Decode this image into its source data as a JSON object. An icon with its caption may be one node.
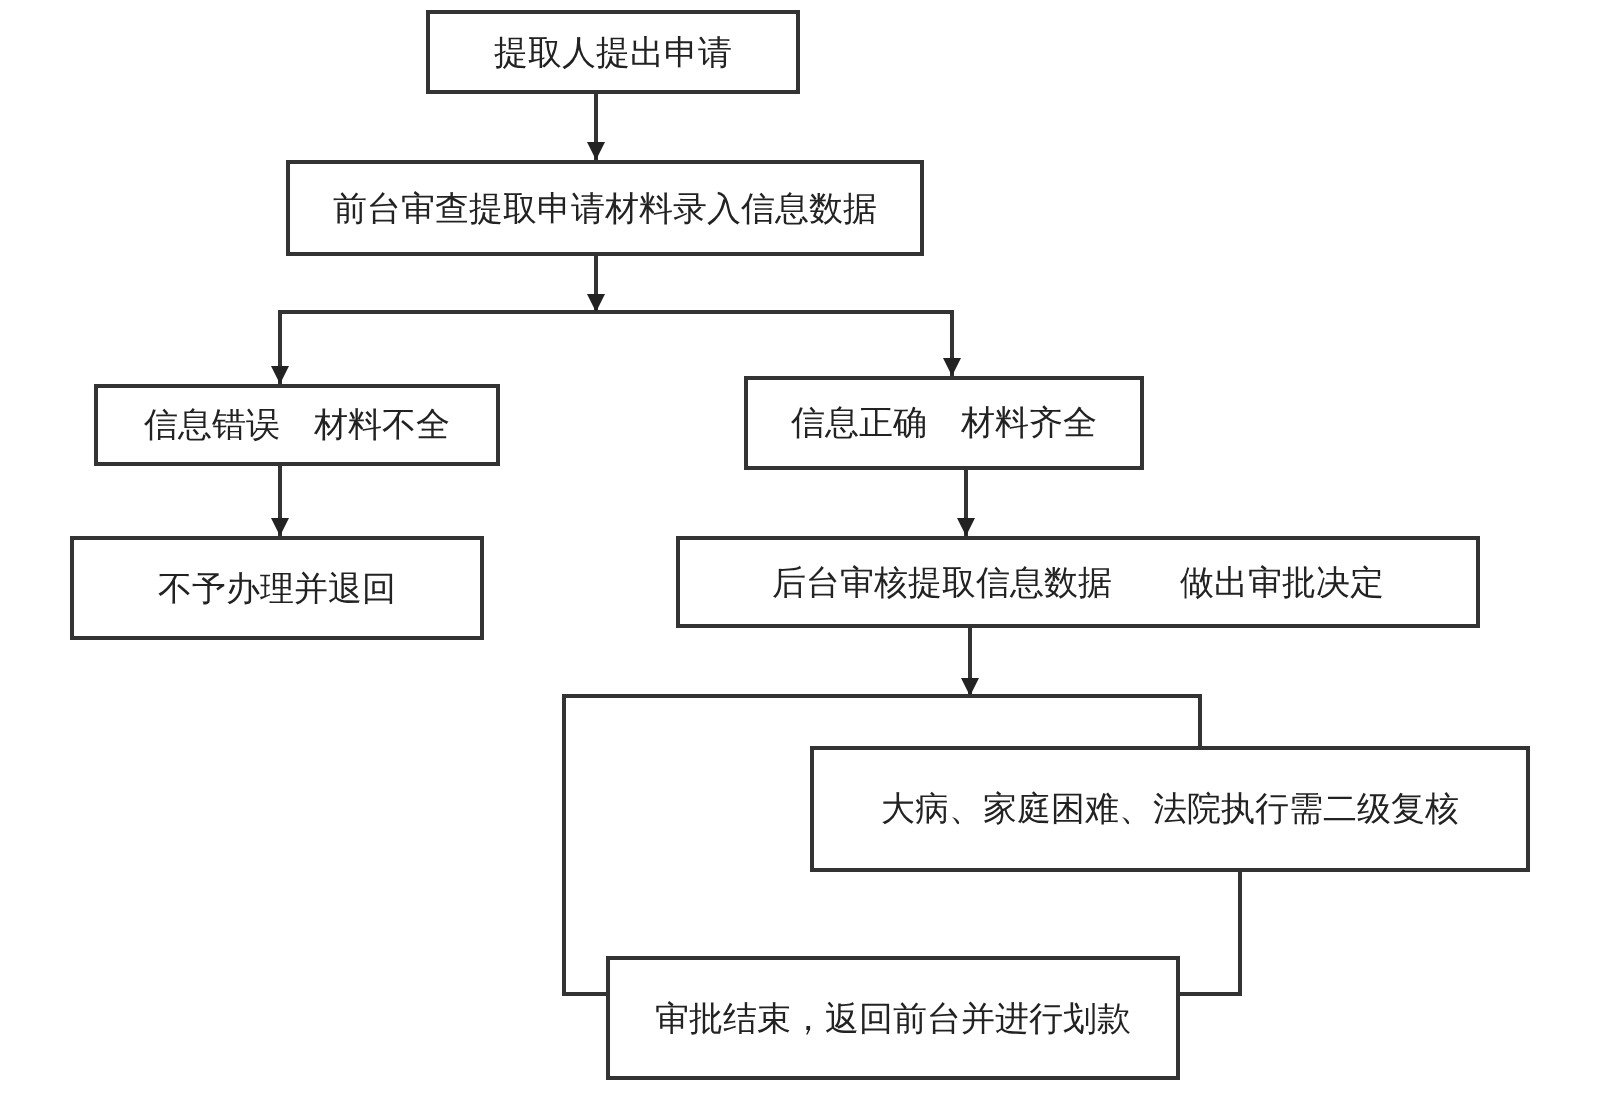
{
  "diagram": {
    "nodes": [
      {
        "text": [
          "提取人提出申请"
        ]
      },
      {
        "text": [
          "前台审查提取申请材料录入信息数据"
        ]
      },
      {
        "text": [
          "信息错误　材料不全"
        ]
      },
      {
        "text": [
          "信息正确　材料齐全"
        ]
      },
      {
        "text": [
          "不予办理并退回"
        ]
      },
      {
        "text": [
          "后台审核提取信息数据　　做出审批决定"
        ]
      },
      {
        "text": [],
        "shape": "box"
      },
      {
        "text": [
          "大病、家庭困难、法院执行需二级复核"
        ]
      },
      {
        "text": [
          "审批结束，返回前台并进行划款"
        ]
      }
    ],
    "edges": [
      {
        "from": 0,
        "to": 1,
        "arrow": "to"
      },
      {
        "from": 1,
        "to": 2,
        "arrow": "to"
      },
      {
        "from": 1,
        "to": 3,
        "arrow": "to"
      },
      {
        "from": 2,
        "to": 4,
        "arrow": "to"
      },
      {
        "from": 3,
        "to": 5,
        "arrow": "to"
      },
      {
        "from": 5,
        "to": 6,
        "arrow": "to"
      },
      {
        "from": 7,
        "to": 8,
        "arrow": "none"
      }
    ]
  }
}
